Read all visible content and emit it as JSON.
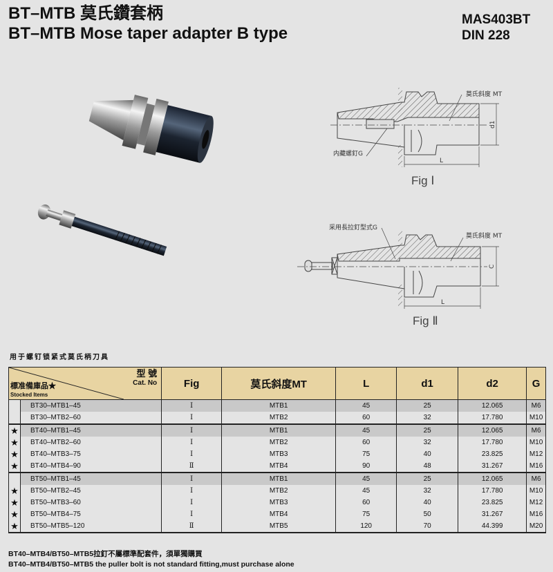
{
  "header": {
    "title_cn": "BT–MTB  莫氏鑽套柄",
    "title_en": "BT–MTB  Mose taper adapter B type",
    "standard1": "MAS403BT",
    "standard2": "DIN 228"
  },
  "fig1": {
    "label_taper": "莫氏斜度 MT",
    "label_d1": "d1",
    "label_screw": "内藏螺釘G",
    "label_L": "L",
    "caption": "Fig  Ⅰ"
  },
  "fig2": {
    "label_stud": "采用長拉釘型式G",
    "label_taper": "莫氏斜度 MT",
    "label_C": "C",
    "label_L": "L",
    "caption": "Fig  Ⅱ"
  },
  "table": {
    "subheading": "用于螺钉锁紧式莫氏柄刀具",
    "header": {
      "model_cn": "型 號",
      "model_en": "Cat. No",
      "stock_cn": "標准備庫品★",
      "stock_en": "Stocked Items",
      "fig": "Fig",
      "mt": "莫氏斜度MT",
      "L": "L",
      "d1": "d1",
      "d2": "d2",
      "G": "G"
    },
    "rows": [
      {
        "star": "",
        "cat": "BT30–MTB1–45",
        "fig": "Ⅰ",
        "mt": "MTB1",
        "L": "45",
        "d1": "25",
        "d2": "12.065",
        "G": "M6"
      },
      {
        "star": "",
        "cat": "BT30–MTB2–60",
        "fig": "Ⅰ",
        "mt": "MTB2",
        "L": "60",
        "d1": "32",
        "d2": "17.780",
        "G": "M10"
      },
      {
        "star": "★",
        "cat": "BT40–MTB1–45",
        "fig": "Ⅰ",
        "mt": "MTB1",
        "L": "45",
        "d1": "25",
        "d2": "12.065",
        "G": "M6"
      },
      {
        "star": "★",
        "cat": "BT40–MTB2–60",
        "fig": "Ⅰ",
        "mt": "MTB2",
        "L": "60",
        "d1": "32",
        "d2": "17.780",
        "G": "M10"
      },
      {
        "star": "★",
        "cat": "BT40–MTB3–75",
        "fig": "Ⅰ",
        "mt": "MTB3",
        "L": "75",
        "d1": "40",
        "d2": "23.825",
        "G": "M12"
      },
      {
        "star": "★",
        "cat": "BT40–MTB4–90",
        "fig": "Ⅱ",
        "mt": "MTB4",
        "L": "90",
        "d1": "48",
        "d2": "31.267",
        "G": "M16"
      },
      {
        "star": "",
        "cat": "BT50–MTB1–45",
        "fig": "Ⅰ",
        "mt": "MTB1",
        "L": "45",
        "d1": "25",
        "d2": "12.065",
        "G": "M6"
      },
      {
        "star": "★",
        "cat": "BT50–MTB2–45",
        "fig": "Ⅰ",
        "mt": "MTB2",
        "L": "45",
        "d1": "32",
        "d2": "17.780",
        "G": "M10"
      },
      {
        "star": "★",
        "cat": "BT50–MTB3–60",
        "fig": "Ⅰ",
        "mt": "MTB3",
        "L": "60",
        "d1": "40",
        "d2": "23.825",
        "G": "M12"
      },
      {
        "star": "★",
        "cat": "BT50–MTB4–75",
        "fig": "Ⅰ",
        "mt": "MTB4",
        "L": "75",
        "d1": "50",
        "d2": "31.267",
        "G": "M16"
      },
      {
        "star": "★",
        "cat": "BT50–MTB5–120",
        "fig": "Ⅱ",
        "mt": "MTB5",
        "L": "120",
        "d1": "70",
        "d2": "44.399",
        "G": "M20"
      }
    ]
  },
  "notes": {
    "cn": "BT40–MTB4/BT50–MTB5拉釘不屬標準配套件，須單獨購買",
    "en": "BT40–MTB4/BT50–MTB5 the puller bolt is not standard fitting,must purchase alone"
  }
}
